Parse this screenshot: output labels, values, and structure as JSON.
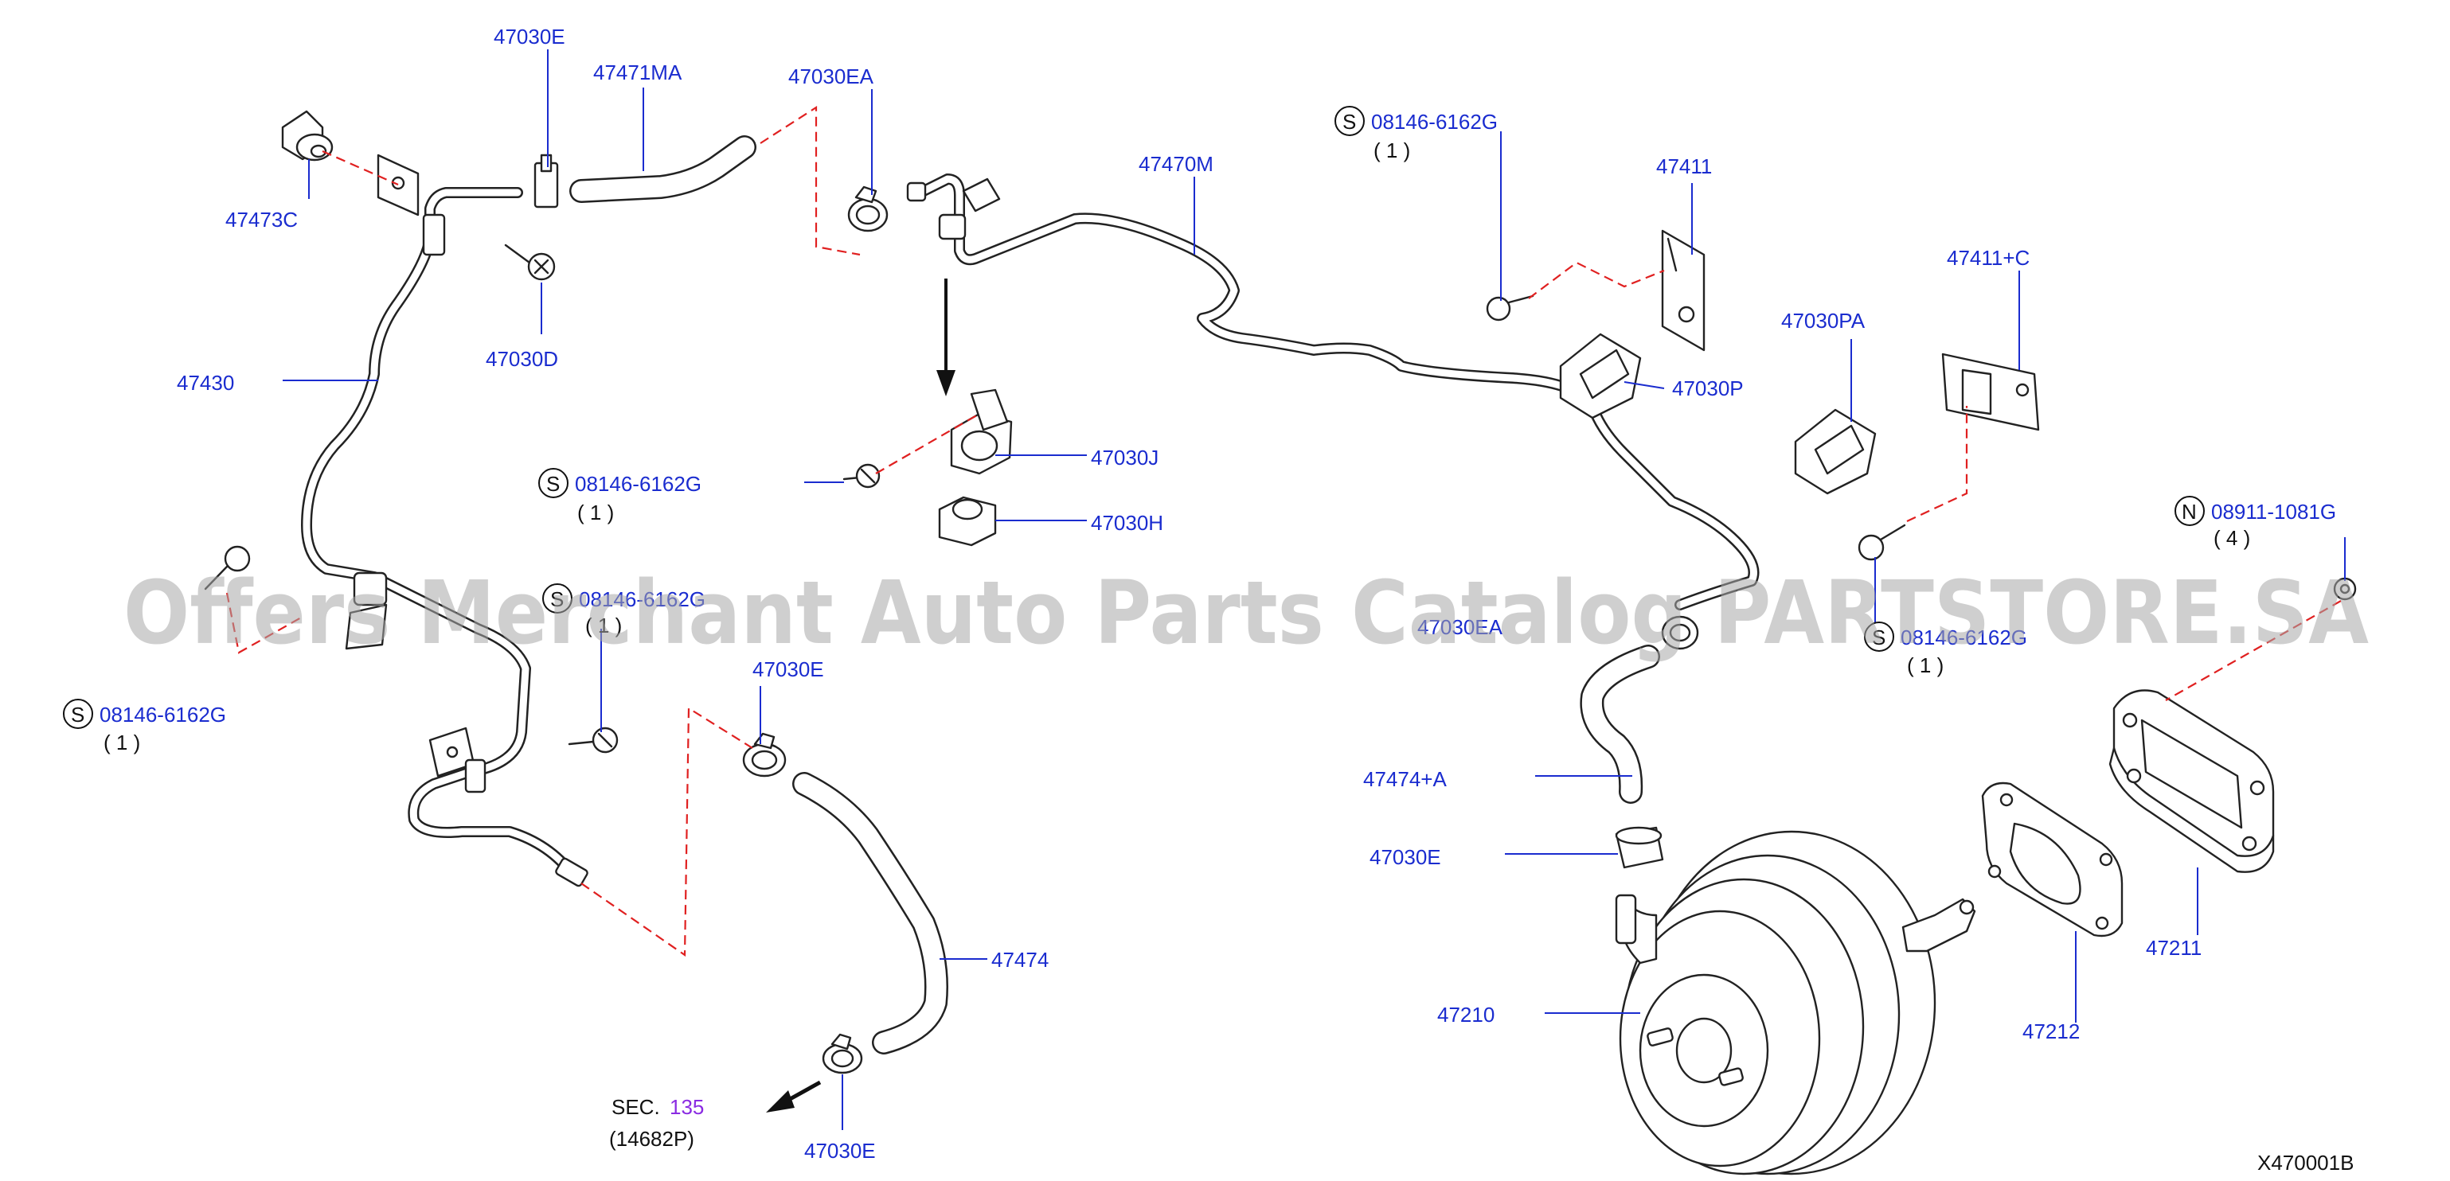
{
  "diagram": {
    "code": "X470001B",
    "watermark": "Offers Merchant Auto Parts Catalog PARTSTORE.SA",
    "sec_prefix": "SEC.",
    "sec_number": "135",
    "sec_sub": "(14682P)",
    "colors": {
      "label": "#1a2ccf",
      "guide": "#e02020",
      "watermark": "#a8a8a8",
      "sec": "#8a2be2"
    }
  },
  "labels": {
    "p47030E_top": "47030E",
    "p47471MA": "47471MA",
    "p47030EA_top": "47030EA",
    "p47473C": "47473C",
    "p47030D": "47030D",
    "p47430": "47430",
    "p47470M": "47470M",
    "p47030J": "47030J",
    "p47030H": "47030H",
    "p47030E_mid": "47030E",
    "p47474": "47474",
    "p47030E_bot": "47030E",
    "p47411": "47411",
    "p47030PA": "47030PA",
    "p47411C": "47411+C",
    "p47030P": "47030P",
    "p47030EA_mid": "47030EA",
    "p47474A": "47474+A",
    "p47030E_right": "47030E",
    "p47210": "47210",
    "p47212": "47212",
    "p47211": "47211",
    "bolt1_pn": "08146-6162G",
    "bolt1_qty": "( 1 )",
    "bolt2_pn": "08146-6162G",
    "bolt2_qty": "( 1 )",
    "bolt3_pn": "08146-6162G",
    "bolt3_qty": "( 1 )",
    "bolt4_pn": "08146-6162G",
    "bolt4_qty": "( 1 )",
    "bolt5_pn": "08146-6162G",
    "bolt5_qty": "( 1 )",
    "nut_pn": "08911-1081G",
    "nut_qty": "( 4 )",
    "sym_s": "S",
    "sym_n": "N"
  }
}
